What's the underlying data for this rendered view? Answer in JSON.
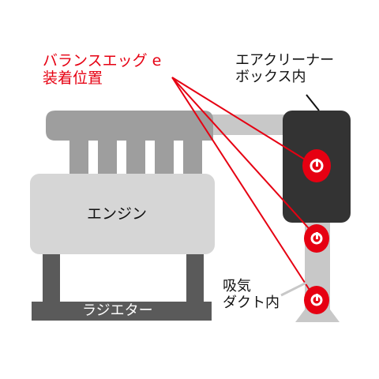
{
  "labels": {
    "balance_egg_line1": "バランスエッグ e",
    "balance_egg_line2": "装着位置",
    "air_cleaner_line1": "エアクリーナー",
    "air_cleaner_line2": "ボックス内",
    "engine": "エンジン",
    "radiator": "ラジエター",
    "intake_duct_line1": "吸気",
    "intake_duct_line2": "ダクト内"
  },
  "colors": {
    "accent_red": "#e60012",
    "air_box": "#333333",
    "engine_fill": "#d6d6d6",
    "intake_pipe": "#c8c8c8",
    "manifold": "#9e9e9e",
    "support_and_radiator": "#5a5a5a"
  }
}
